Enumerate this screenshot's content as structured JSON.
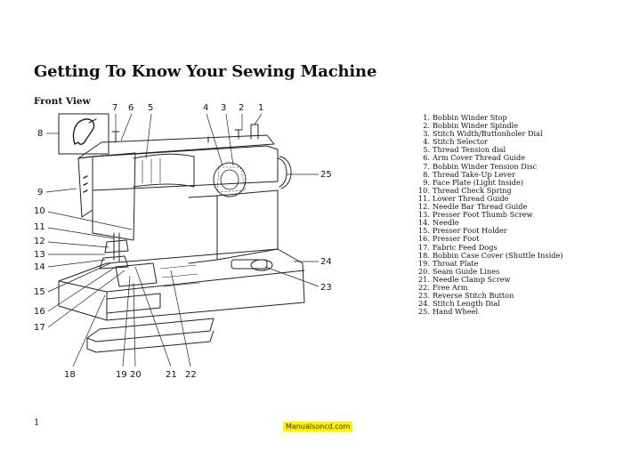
{
  "page": {
    "title": "Getting To Know Your Sewing Machine",
    "subtitle": "Front View",
    "page_number": "1",
    "watermark": "Manualsoncd.com"
  },
  "callouts": [
    "1",
    "2",
    "3",
    "4",
    "5",
    "6",
    "7",
    "8",
    "9",
    "10",
    "11",
    "12",
    "13",
    "14",
    "15",
    "16",
    "17",
    "18",
    "19",
    "20",
    "21",
    "22",
    "23",
    "24",
    "25"
  ],
  "parts_list": [
    {
      "num": "1.",
      "label": "Bobbin Winder Stop"
    },
    {
      "num": "2.",
      "label": "Bobbin Winder Spindle"
    },
    {
      "num": "3.",
      "label": "Stitch Width/Buttonholer Dial"
    },
    {
      "num": "4.",
      "label": "Stitch Selector"
    },
    {
      "num": "5.",
      "label": "Thread Tension dial"
    },
    {
      "num": "6.",
      "label": "Arm Cover Thread Guide"
    },
    {
      "num": "7.",
      "label": "Bobbin Winder Tension Disc"
    },
    {
      "num": "8.",
      "label": "Thread Take-Up Lever"
    },
    {
      "num": "9.",
      "label": "Face Plate (Light Inside)"
    },
    {
      "num": "10.",
      "label": "Thread Check Spring"
    },
    {
      "num": "11.",
      "label": "Lower Thread Guide"
    },
    {
      "num": "12.",
      "label": "Needle Bar Thread Guide"
    },
    {
      "num": "13.",
      "label": "Presser Foot Thumb Screw"
    },
    {
      "num": "14.",
      "label": "Needle"
    },
    {
      "num": "15.",
      "label": "Presser Foot Holder"
    },
    {
      "num": "16.",
      "label": "Presser Foot"
    },
    {
      "num": "17.",
      "label": "Fabric Feed Dogs"
    },
    {
      "num": "18.",
      "label": "Bobbin Case Cover (Shuttle Inside)"
    },
    {
      "num": "19.",
      "label": "Throat Plate"
    },
    {
      "num": "20.",
      "label": "Seam Guide Lines"
    },
    {
      "num": "21.",
      "label": "Needle Clamp Screw"
    },
    {
      "num": "22.",
      "label": "Free Arm"
    },
    {
      "num": "23.",
      "label": "Reverse Stitch Button"
    },
    {
      "num": "24.",
      "label": "Stitch Length Dial"
    },
    {
      "num": "25.",
      "label": "Hand Wheel"
    }
  ]
}
